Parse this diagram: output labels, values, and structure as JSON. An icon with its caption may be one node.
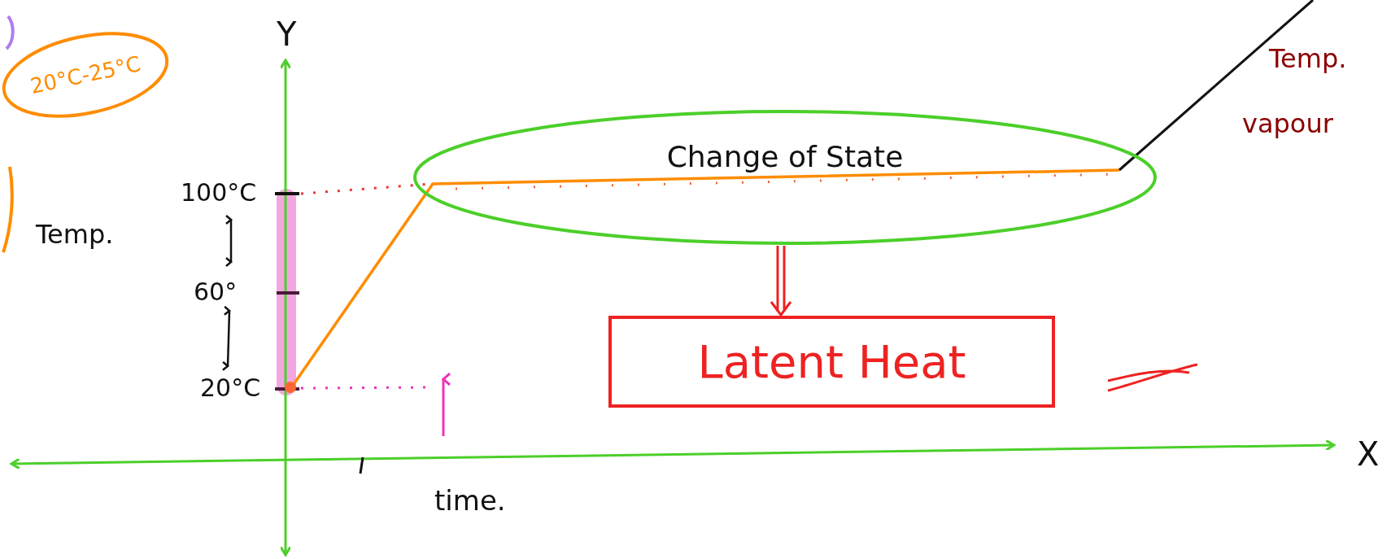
{
  "diagram": {
    "nodes": [
      {
        "text": [
          "20°C-25°C"
        ]
      },
      {
        "text": [
          "Change of State"
        ]
      },
      {
        "text": [
          "Latent Heat"
        ]
      }
    ],
    "edges": [
      {
        "from": 1,
        "to": 2,
        "arrow": "to"
      }
    ],
    "labels": [
      "Y",
      "Temp.",
      "100°C",
      "60°",
      "20°C",
      "X",
      "time.",
      "Temp.",
      "vapour"
    ]
  }
}
